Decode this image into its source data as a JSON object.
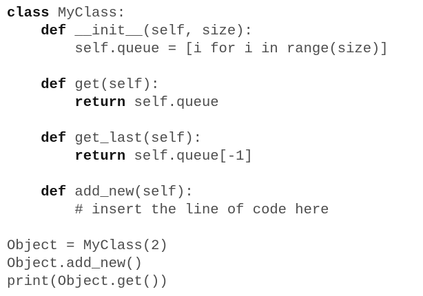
{
  "document": {
    "kind": "code-snippet",
    "language": "python",
    "background_color": "#ffffff",
    "text_color": "#4d4d4d",
    "keyword_color": "#141414",
    "indent_unit": "    ",
    "keywords": [
      "class",
      "def",
      "return"
    ],
    "lines": [
      {
        "id": "line-1",
        "indent": "",
        "keyword": "class",
        "rest": " MyClass:"
      },
      {
        "id": "line-2",
        "indent": "    ",
        "keyword": "def",
        "rest": " __init__(self, size):"
      },
      {
        "id": "line-3",
        "indent": "        ",
        "keyword": "",
        "rest": "self.queue = [i for i in range(size)]"
      },
      {
        "id": "line-4",
        "indent": "",
        "keyword": "",
        "rest": ""
      },
      {
        "id": "line-5",
        "indent": "    ",
        "keyword": "def",
        "rest": " get(self):"
      },
      {
        "id": "line-6",
        "indent": "        ",
        "keyword": "return",
        "rest": " self.queue"
      },
      {
        "id": "line-7",
        "indent": "",
        "keyword": "",
        "rest": ""
      },
      {
        "id": "line-8",
        "indent": "    ",
        "keyword": "def",
        "rest": " get_last(self):"
      },
      {
        "id": "line-9",
        "indent": "        ",
        "keyword": "return",
        "rest": " self.queue[-1]"
      },
      {
        "id": "line-10",
        "indent": "",
        "keyword": "",
        "rest": ""
      },
      {
        "id": "line-11",
        "indent": "    ",
        "keyword": "def",
        "rest": " add_new(self):"
      },
      {
        "id": "line-12",
        "indent": "        ",
        "keyword": "",
        "rest": "# insert the line of code here"
      },
      {
        "id": "line-13",
        "indent": "",
        "keyword": "",
        "rest": ""
      },
      {
        "id": "line-14",
        "indent": "",
        "keyword": "",
        "rest": "Object = MyClass(2)"
      },
      {
        "id": "line-15",
        "indent": "",
        "keyword": "",
        "rest": "Object.add_new()"
      },
      {
        "id": "line-16",
        "indent": "",
        "keyword": "",
        "rest": "print(Object.get())"
      }
    ]
  }
}
